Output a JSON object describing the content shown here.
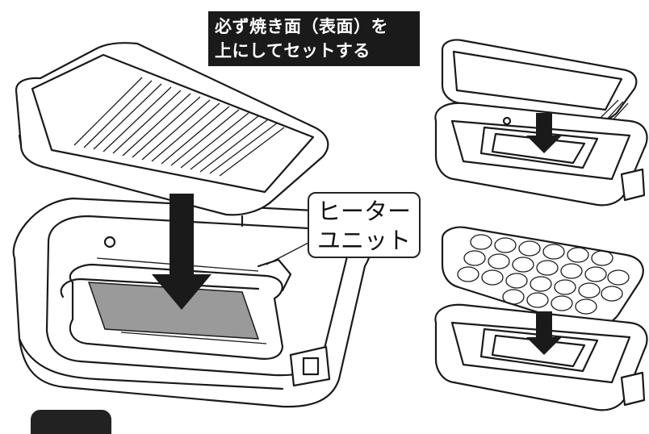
{
  "banner": {
    "line1": "必ず焼き面（表面）を",
    "line2": "上にしてセットする"
  },
  "callout": {
    "line1": "ヒーター",
    "line2": "ユニット"
  },
  "colors": {
    "ink": "#1a1a1a",
    "background": "#ffffff",
    "banner_bg": "#1a1a1a",
    "heater_fill": "#9a9a9a",
    "arrow_fill": "#1a1a1a"
  }
}
